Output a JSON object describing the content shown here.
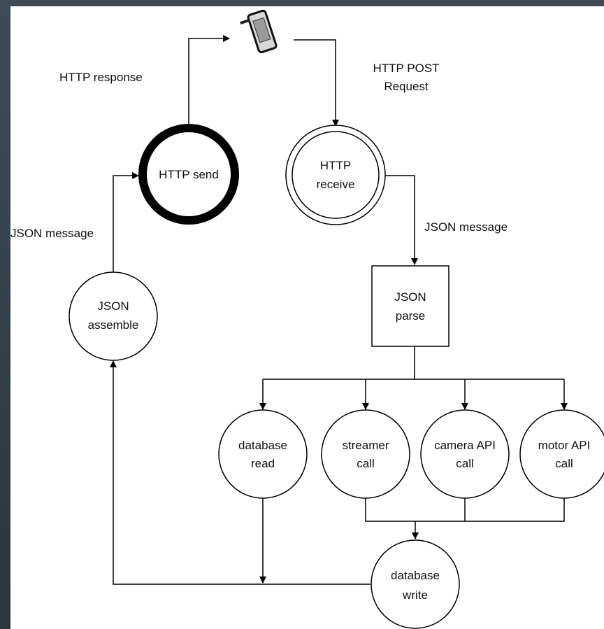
{
  "diagram": {
    "nodes": {
      "http_send": "HTTP send",
      "http_receive": [
        "HTTP",
        "receive"
      ],
      "json_parse": [
        "JSON",
        "parse"
      ],
      "json_assemble": [
        "JSON",
        "assemble"
      ],
      "database_read": [
        "database",
        "read"
      ],
      "streamer_call": [
        "streamer",
        "call"
      ],
      "camera_api_call": [
        "camera API",
        "call"
      ],
      "motor_api_call": [
        "motor API",
        "call"
      ],
      "database_write": [
        "database",
        "write"
      ]
    },
    "edges": {
      "http_response": "HTTP response",
      "http_post_request": [
        "HTTP POST",
        "Request"
      ],
      "json_message_right": "JSON message",
      "json_message_left": "JSON message"
    },
    "icons": {
      "phone": "mobile-phone-icon"
    }
  }
}
